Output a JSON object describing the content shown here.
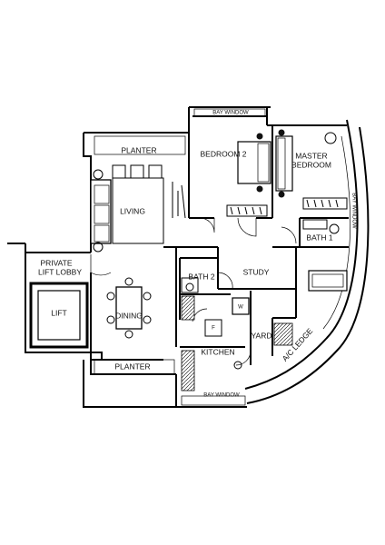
{
  "rooms": {
    "planter_top": "PLANTER",
    "bay_window": "BAY WINDOW",
    "bedroom2": "BEDROOM 2",
    "master_bedroom_line1": "MASTER",
    "master_bedroom_line2": "BEDROOM",
    "living": "LIVING",
    "bath1": "BATH 1",
    "private_lift_lobby_line1": "PRIVATE",
    "private_lift_lobby_line2": "LIFT LOBBY",
    "lift": "LIFT",
    "bath2": "BATH 2",
    "study": "STUDY",
    "dining": "DINING",
    "yard": "YARD",
    "kitchen": "KITCHEN",
    "planter_bottom": "PLANTER",
    "ac_ledge": "A/C LEDGE",
    "bay_window_bottom": "BAY WINDOW",
    "bay_window_right": "BAY WINDOW",
    "washer_mark": "W",
    "fridge_mark": "F"
  }
}
